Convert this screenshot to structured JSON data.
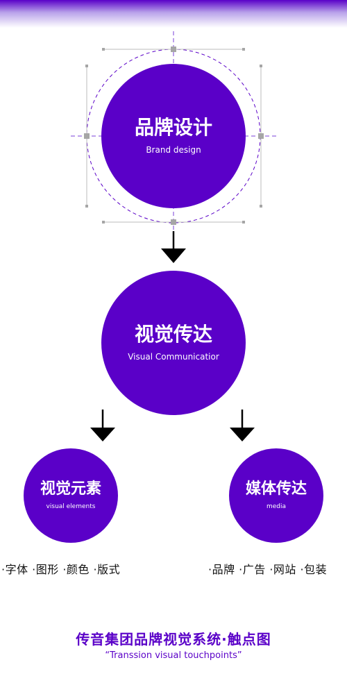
{
  "nodes": {
    "brand": {
      "cn": "品牌设计",
      "en": "Brand design"
    },
    "visual": {
      "cn": "视觉传达",
      "en": "Visual Communicatior"
    },
    "elements": {
      "cn": "视觉元素",
      "en": "visual elements"
    },
    "media": {
      "cn": "媒体传达",
      "en": "media"
    }
  },
  "lists": {
    "elements": "·字体 ·图形 ·颜色 ·版式",
    "media": "·品牌 ·广告 ·网站 ·包装"
  },
  "footer": {
    "title": "传音集团品牌视觉系统·触点图",
    "subtitle": "“Transsion visual touchpoints”"
  },
  "colors": {
    "accent": "#5a00c8",
    "text": "#111111",
    "background": "#ffffff"
  }
}
